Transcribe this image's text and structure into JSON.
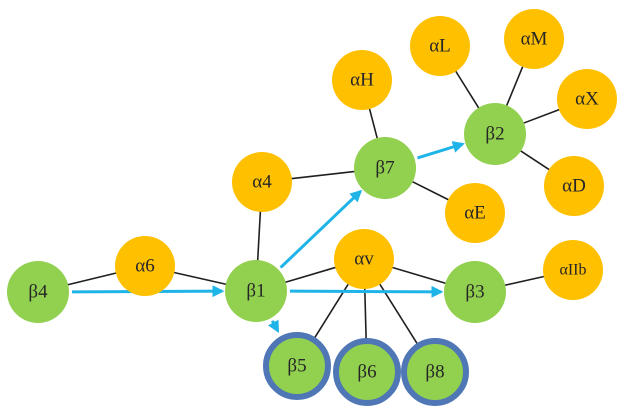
{
  "colors": {
    "beta": "#92d050",
    "alpha": "#ffc000",
    "arrow": "#1fb4e8",
    "edge": "#1f1f1f",
    "ring": "#4f76b5",
    "label": "#262626"
  },
  "nodes": {
    "b4": {
      "label": "β4",
      "kind": "beta"
    },
    "a6": {
      "label": "α6",
      "kind": "alpha"
    },
    "b1": {
      "label": "β1",
      "kind": "beta"
    },
    "a4": {
      "label": "α4",
      "kind": "alpha"
    },
    "b7": {
      "label": "β7",
      "kind": "beta"
    },
    "aH": {
      "label": "αH",
      "kind": "alpha"
    },
    "aE": {
      "label": "αE",
      "kind": "alpha"
    },
    "aL": {
      "label": "αL",
      "kind": "alpha"
    },
    "aM": {
      "label": "αM",
      "kind": "alpha"
    },
    "aX": {
      "label": "αX",
      "kind": "alpha"
    },
    "b2": {
      "label": "β2",
      "kind": "beta"
    },
    "aD": {
      "label": "αD",
      "kind": "alpha"
    },
    "av": {
      "label": "αv",
      "kind": "alpha"
    },
    "b3": {
      "label": "β3",
      "kind": "beta"
    },
    "aIIb": {
      "label": "αIIb",
      "kind": "alpha"
    },
    "b5": {
      "label": "β5",
      "kind": "beta",
      "ringed": true
    },
    "b6": {
      "label": "β6",
      "kind": "beta",
      "ringed": true
    },
    "b8": {
      "label": "β8",
      "kind": "beta",
      "ringed": true
    }
  },
  "edges": [
    [
      "b4",
      "a6"
    ],
    [
      "a6",
      "b1"
    ],
    [
      "a4",
      "b1"
    ],
    [
      "a4",
      "b7"
    ],
    [
      "aH",
      "b7"
    ],
    [
      "b7",
      "aE"
    ],
    [
      "aL",
      "b2"
    ],
    [
      "aM",
      "b2"
    ],
    [
      "aX",
      "b2"
    ],
    [
      "aD",
      "b2"
    ],
    [
      "b1",
      "av"
    ],
    [
      "av",
      "b3"
    ],
    [
      "b3",
      "aIIb"
    ],
    [
      "av",
      "b5"
    ],
    [
      "av",
      "b6"
    ],
    [
      "av",
      "b8"
    ]
  ],
  "arrows": [
    [
      "b4",
      "b1"
    ],
    [
      "b1",
      "b7"
    ],
    [
      "b7",
      "b2"
    ],
    [
      "b1",
      "b3"
    ],
    [
      "b1",
      "b5"
    ]
  ]
}
